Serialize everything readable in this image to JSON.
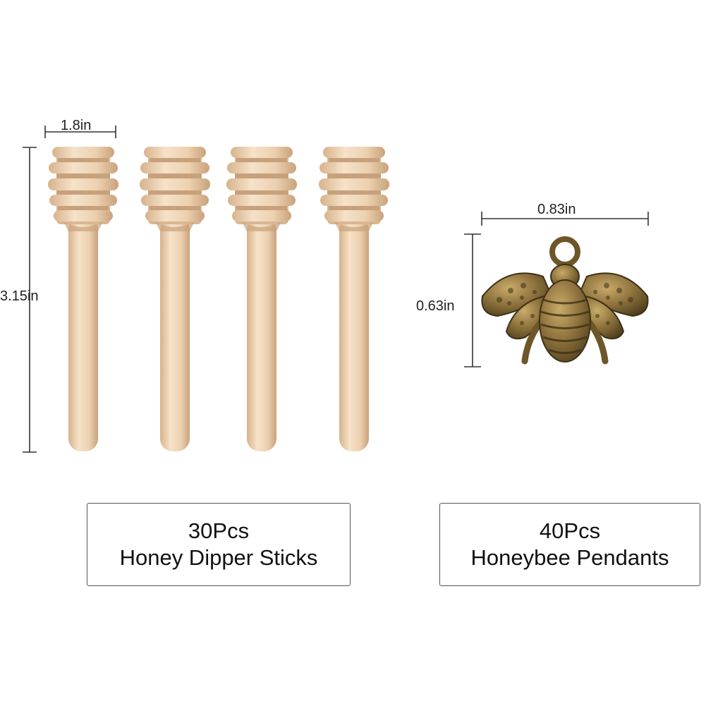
{
  "dimensions": {
    "dipper_width": "1.8in",
    "dipper_height": "3.15in",
    "pendant_width": "0.83in",
    "pendant_height": "0.63in"
  },
  "captions": {
    "dipper": {
      "count": "30Pcs",
      "name": "Honey Dipper Sticks"
    },
    "pendant": {
      "count": "40Pcs",
      "name": "Honeybee Pendants"
    }
  },
  "colors": {
    "wood_light": "#f3dcc0",
    "wood_mid": "#e6c6a2",
    "wood_dark": "#c9a27c",
    "bronze_light": "#b89a5a",
    "bronze_mid": "#8a6f3a",
    "bronze_dark": "#4e3d1e",
    "dimension_line": "#333333"
  },
  "icons": [
    "honey-dipper-icon",
    "honeybee-pendant-icon"
  ]
}
